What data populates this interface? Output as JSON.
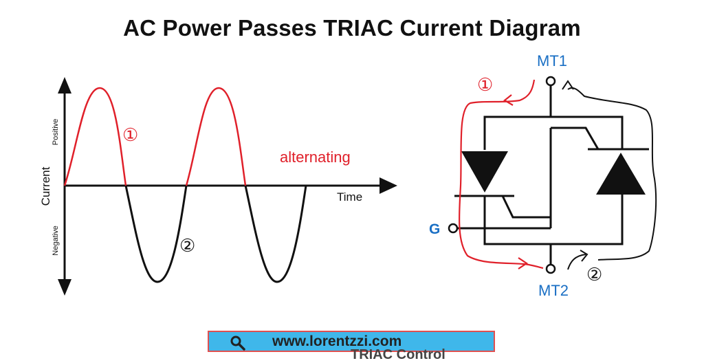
{
  "title": "AC Power Passes TRIAC Current Diagram",
  "waveform": {
    "y_axis_label": "Current",
    "positive_label": "Positive",
    "negative_label": "Negative",
    "x_axis_label": "Time",
    "annotation": "alternating",
    "marker_positive": "①",
    "marker_negative": "②"
  },
  "triac": {
    "terminal_top": "MT1",
    "terminal_bottom": "MT2",
    "terminal_gate": "G",
    "path_1_marker": "①",
    "path_2_marker": "②"
  },
  "footer": {
    "url": "www.lorentzzi.com",
    "icon": "search-icon",
    "clipped_text": "TRIAC Control"
  },
  "colors": {
    "positive_path": "#e0202a",
    "negative_path": "#111111",
    "terminal_text": "#1a6fc4",
    "banner": "#3fb7ea"
  }
}
